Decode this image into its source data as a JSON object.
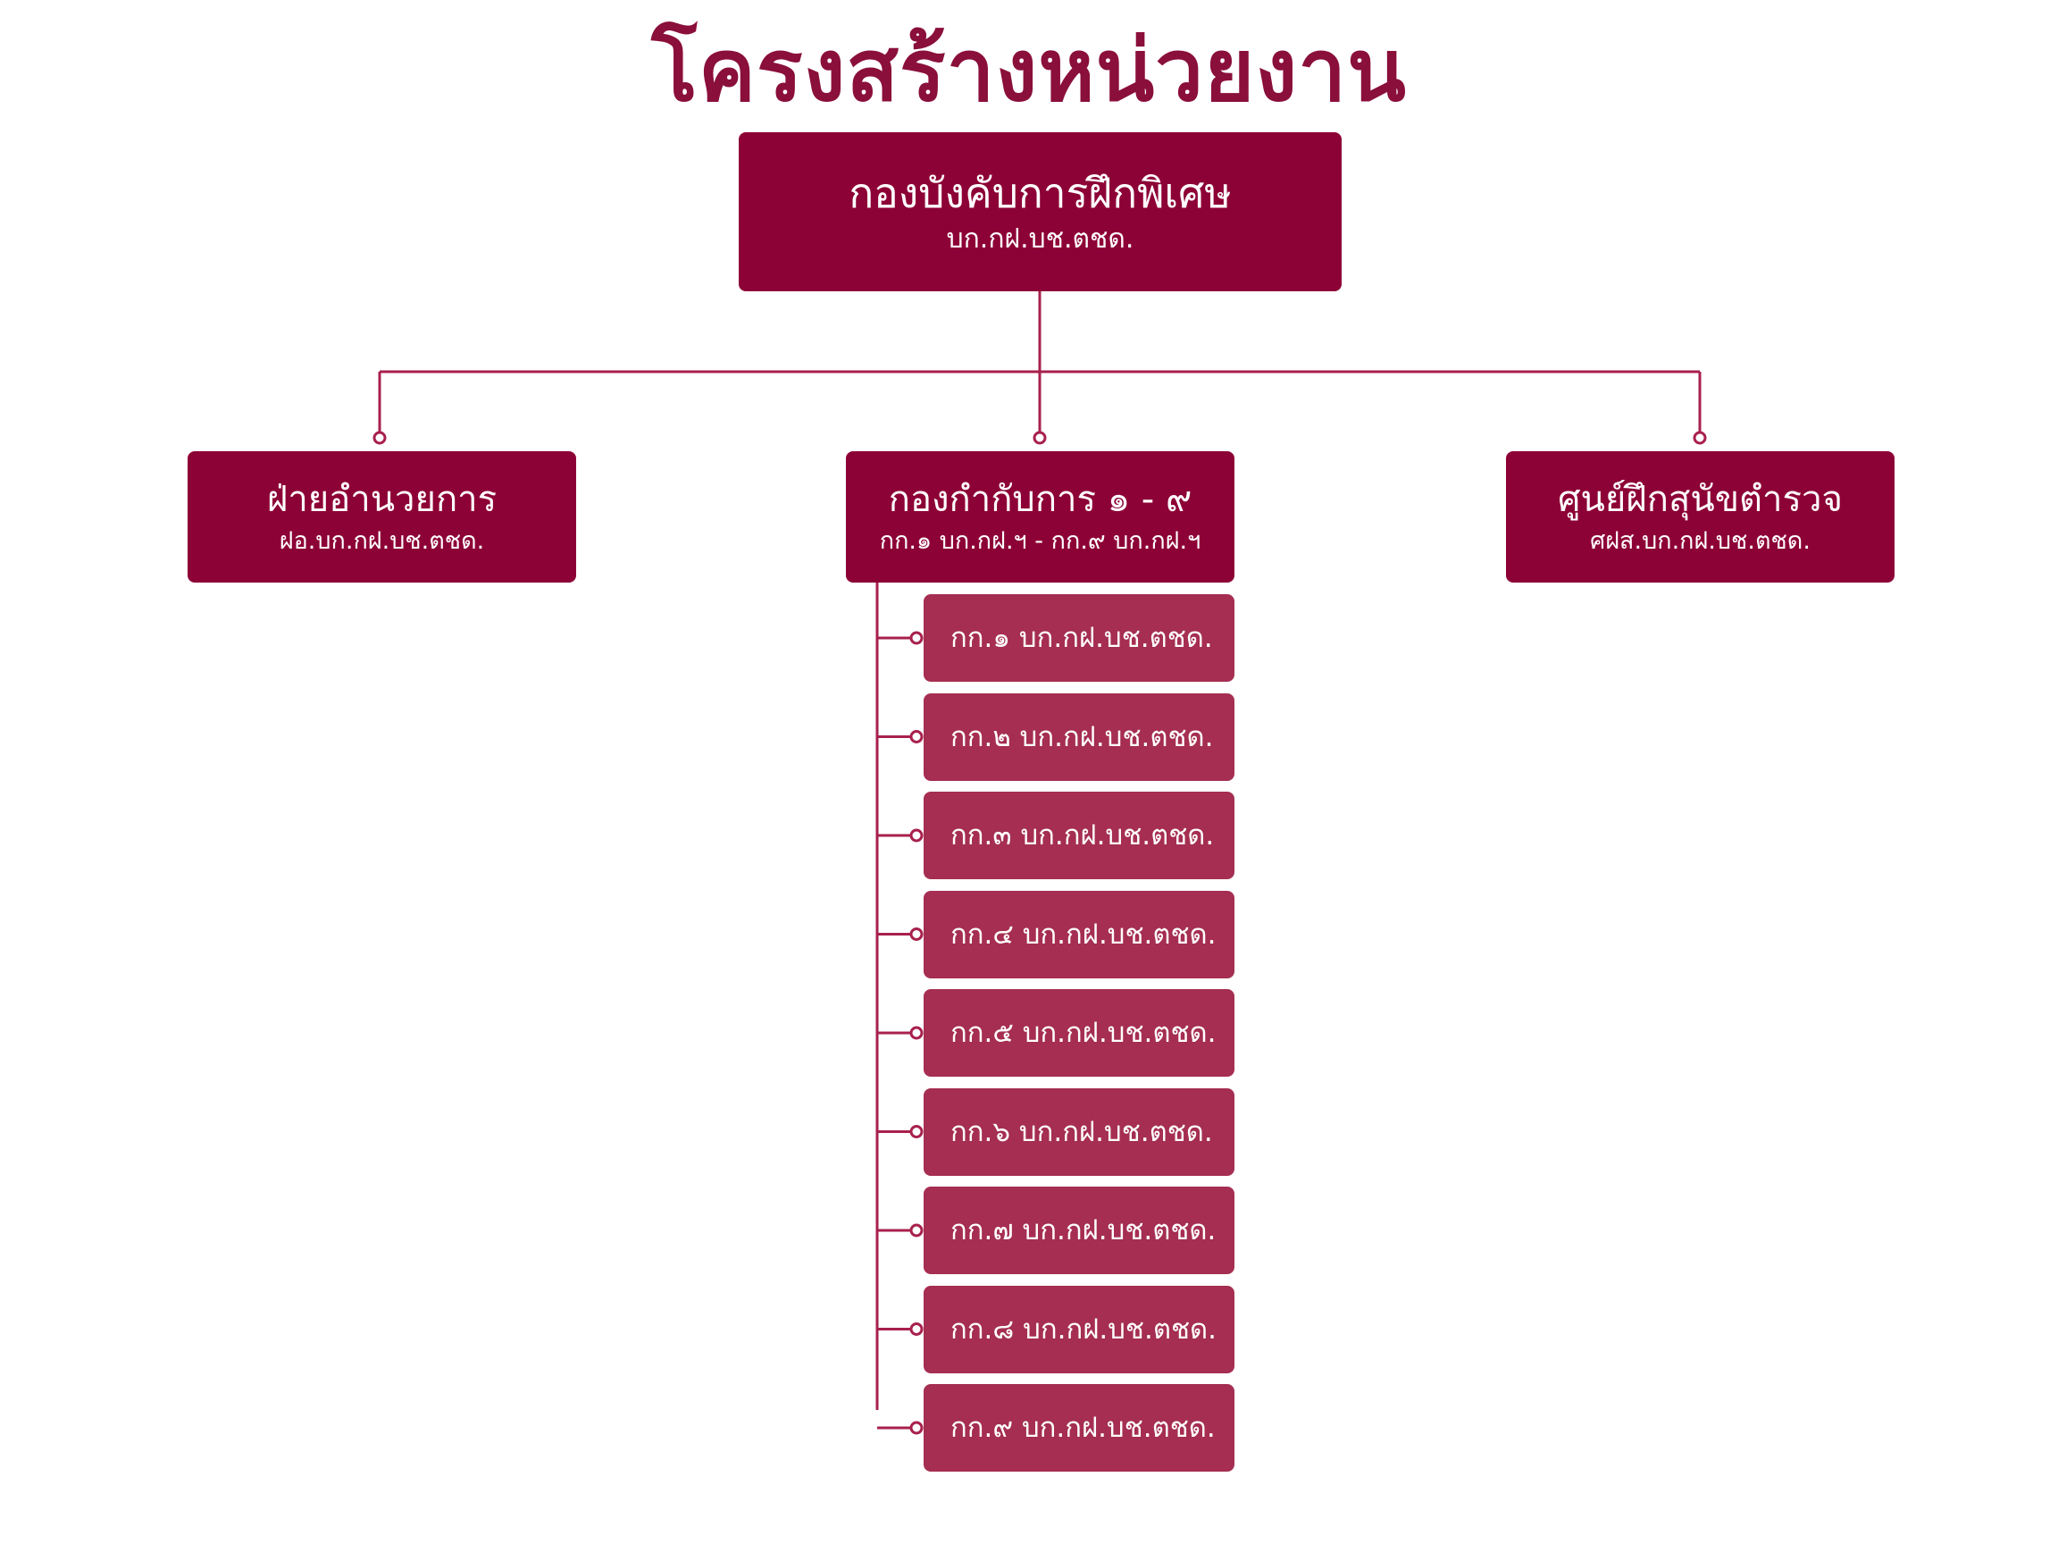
{
  "title": "โครงสร้างหน่วยงาน",
  "colors": {
    "primary": "#8d0236",
    "sub_box": "#a52e52",
    "connector": "#a8204c",
    "title": "#8a0f3a"
  },
  "root": {
    "name": "กองบังคับการฝึกพิเศษ",
    "code": "บก.กฝ.บช.ตชด."
  },
  "units": [
    {
      "name": "ฝ่ายอำนวยการ",
      "code": "ฝอ.บก.กฝ.บช.ตชด."
    },
    {
      "name": "กองกำกับการ ๑ - ๙",
      "code": "กก.๑ บก.กฝ.ฯ  - กก.๙ บก.กฝ.ฯ"
    },
    {
      "name": "ศูนย์ฝึกสุนัขตำรวจ",
      "code": "ศฝส.บก.กฝ.บช.ตชด."
    }
  ],
  "subunits": [
    "กก.๑ บก.กฝ.บช.ตชด.",
    "กก.๒ บก.กฝ.บช.ตชด.",
    "กก.๓ บก.กฝ.บช.ตชด.",
    "กก.๔ บก.กฝ.บช.ตชด.",
    "กก.๕ บก.กฝ.บช.ตชด.",
    "กก.๖ บก.กฝ.บช.ตชด.",
    "กก.๗ บก.กฝ.บช.ตชด.",
    "กก.๘ บก.กฝ.บช.ตชด.",
    "กก.๙ บก.กฝ.บช.ตชด."
  ]
}
